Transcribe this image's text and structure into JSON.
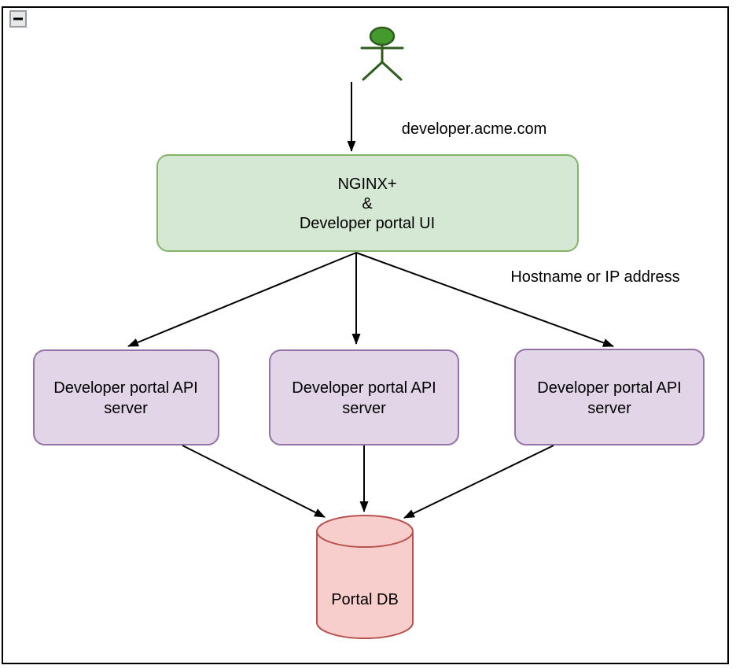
{
  "window": {
    "collapse_icon": "minus-icon"
  },
  "colors": {
    "canvas_background": "#ffffff",
    "border": "#000000",
    "edge": "#000000",
    "gateway_fill": "#d5e8d4",
    "gateway_stroke": "#82b366",
    "api_fill": "#e1d5e7",
    "api_stroke": "#9673a6",
    "db_fill": "#f8cecc",
    "db_stroke": "#b85450",
    "actor_head_fill": "#459a2e",
    "actor_stroke": "#2d5c1e",
    "button_fill": "#e8e8e8",
    "button_stroke": "#959ca3"
  },
  "diagram": {
    "edge_labels": {
      "user_to_gateway": "developer.acme.com",
      "gateway_to_servers": "Hostname or IP address"
    },
    "nodes": {
      "gateway": {
        "lines": [
          "NGINX+",
          "&",
          "Developer portal UI"
        ]
      },
      "api_servers": [
        {
          "lines": [
            "Developer portal API",
            "server"
          ]
        },
        {
          "lines": [
            "Developer portal API",
            "server"
          ]
        },
        {
          "lines": [
            "Developer portal API",
            "server"
          ]
        }
      ],
      "database": {
        "label": "Portal DB"
      }
    }
  }
}
